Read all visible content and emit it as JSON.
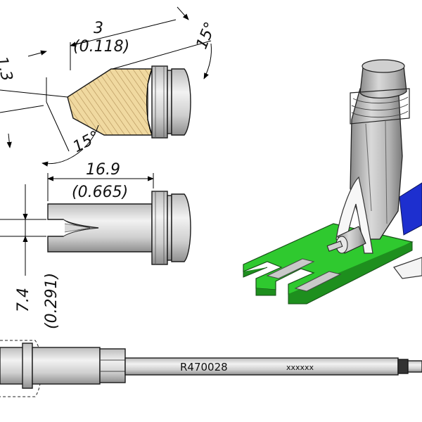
{
  "dimensions": {
    "tip_len_mm": "3",
    "tip_len_in": "(0.118)",
    "angle_top": "15°",
    "angle_bottom": "15°",
    "cut_off_left": "1.3",
    "length_mm": "16.9",
    "length_in": "(0.665)",
    "width_mm": "7.4",
    "width_in": "(0.291)"
  },
  "cartridge": {
    "part_number": "R470028",
    "marking": "xxxxxx"
  },
  "colors": {
    "hatch_fill": "#f0d9a0",
    "hatch_line": "#b08e55",
    "metal_light": "#e4e4e4",
    "metal_mid": "#b7b7b7",
    "metal_dark": "#7d7d7d",
    "board_green": "#2fc92f",
    "board_edge": "#1a7a1a",
    "pad_gray": "#c9c9c9",
    "blue_part": "#1d2fcf"
  }
}
